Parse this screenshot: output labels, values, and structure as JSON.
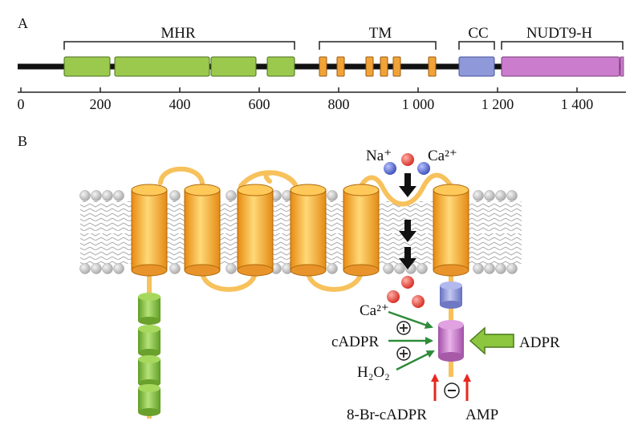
{
  "panels": {
    "a_label": "A",
    "b_label": "B"
  },
  "domain_map": {
    "domains": [
      {
        "name": "MHR",
        "color": "#9bc94e"
      },
      {
        "name": "TM",
        "color": "#f2a337"
      },
      {
        "name": "CC",
        "color": "#8f98d8"
      },
      {
        "name": "NUDT9-H",
        "color": "#cc7ccc"
      }
    ],
    "ticks": [
      "0",
      "200",
      "400",
      "600",
      "800",
      "1 000",
      "1 200",
      "1 400"
    ]
  },
  "channel": {
    "ions": {
      "sodium": "Na⁺",
      "calcium": "Ca²⁺"
    },
    "activators": {
      "calcium": "Ca²⁺",
      "cadpr": "cADPR",
      "h2o2": "H₂O₂"
    },
    "ligand": "ADPR",
    "inhibitors": {
      "br_cadpr": "8-Br-cADPR",
      "amp": "AMP"
    },
    "signs": {
      "plus": "⊕",
      "minus": "⊖"
    }
  },
  "colors": {
    "helix": "#f5a623",
    "loop": "#f7c15c",
    "mhr_domain": "#8cc63f",
    "cc_domain": "#8f98d8",
    "nudt9_domain": "#c879c8",
    "lipid_head": "#c8c8c8",
    "activator_arrow": "#2e8b3a",
    "inhibitor_arrow": "#e8281e",
    "ion_red": "#e8382e",
    "ion_blue": "#4a5fc8"
  }
}
